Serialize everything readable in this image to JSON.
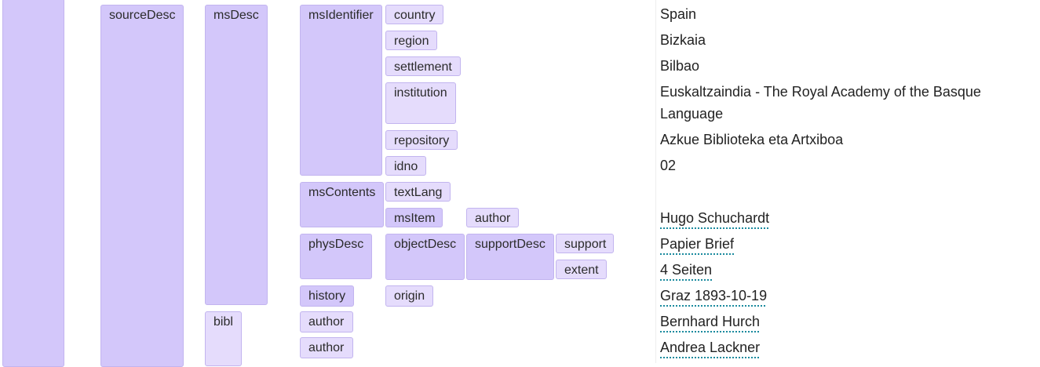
{
  "tree": {
    "col1_root": "",
    "sourceDesc": "sourceDesc",
    "msDesc": "msDesc",
    "msIdentifier": "msIdentifier",
    "country": "country",
    "region": "region",
    "settlement": "settlement",
    "institution": "institution",
    "repository": "repository",
    "idno": "idno",
    "msContents": "msContents",
    "textLang": "textLang",
    "msItem": "msItem",
    "msItem_author": "author",
    "physDesc": "physDesc",
    "objectDesc": "objectDesc",
    "supportDesc": "supportDesc",
    "support": "support",
    "extent": "extent",
    "history": "history",
    "origin": "origin",
    "bibl": "bibl",
    "bibl_author_1": "author",
    "bibl_author_2": "author"
  },
  "values": {
    "country": "Spain",
    "region": "Bizkaia",
    "settlement": "Bilbao",
    "institution_line1": "Euskaltzaindia - The Royal Academy of the Basque",
    "institution_line2": "Language",
    "repository": "Azkue Biblioteka eta Artxiboa",
    "idno": "02",
    "msItem_author": "Hugo Schuchardt",
    "support": "Papier Brief",
    "extent": "4 Seiten",
    "origin": "Graz 1893-10-19",
    "bibl_author_1": "Bernhard Hurch",
    "bibl_author_2": "Andrea Lackner"
  },
  "colors": {
    "tag_dark": "#d3c7fa",
    "tag_light": "#e5dcfc",
    "tag_border": "#c2b4ef",
    "link_underline": "#1a8a9e"
  }
}
